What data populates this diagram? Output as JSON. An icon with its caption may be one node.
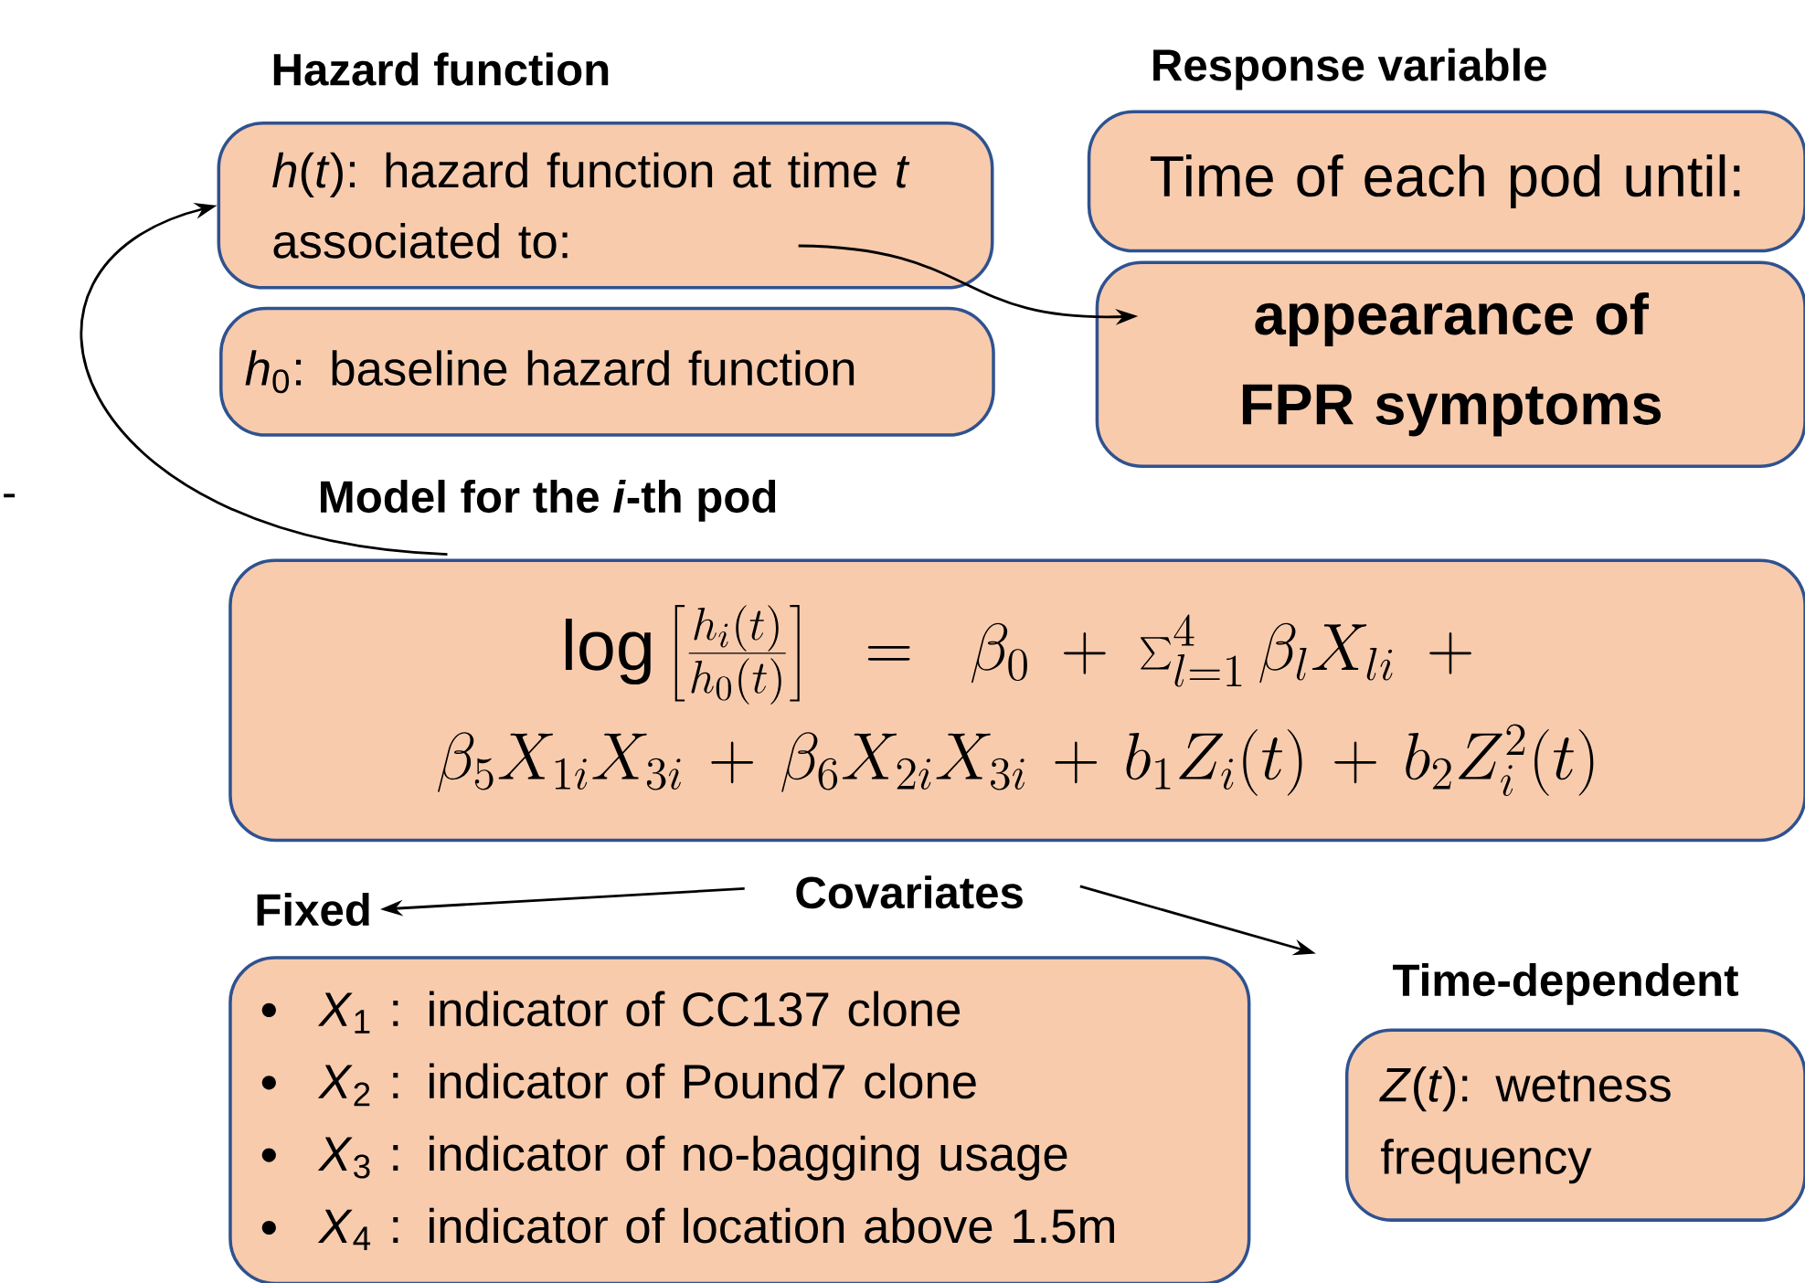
{
  "diagram": {
    "nodes": [
      {
        "text": [
          "*h*(*t*): hazard function at time *t* associated to:"
        ],
        "beside": [
          "Hazard function"
        ]
      },
      {
        "text": [
          "*h*$_{0}$: baseline hazard function"
        ]
      },
      {
        "text": [
          "Time of each pod until:"
        ],
        "beside": [
          "Response variable"
        ]
      },
      {
        "text": [
          "appearance of FPR symptoms"
        ]
      },
      {
        "text": [
          "\\log\\left[\\frac{h_i(t)}{h_0(t)}\\right] = \\beta_0 + \\sum_{l=1}^{4}\\beta_l X_{li} + \\beta_5 X_{1i}X_{3i} + \\beta_6 X_{2i}X_{3i} + b_1 Z_i(t) + b_2 Z_i^2(t)"
        ]
      },
      {
        "text": [
          "Covariates"
        ]
      },
      {
        "text": [
          "Fixed"
        ]
      },
      {
        "text": [
          "Time-dependent"
        ]
      },
      {
        "text": [
          "*X*$_{1}$ : indicator of CC137 clone",
          "*X*$_{2}$ : indicator of Pound7 clone",
          "*X*$_{3}$ : indicator of no-bagging usage",
          "*X*$_{4}$ : indicator of location above 1.5m"
        ]
      },
      {
        "text": [
          "*Z*(*t*): wetness frequency"
        ]
      }
    ],
    "edges": [
      {
        "from": 4,
        "to": 0,
        "arrow": "to"
      },
      {
        "from": 0,
        "to": 3,
        "arrow": "to"
      },
      {
        "from": 5,
        "to": 6,
        "arrow": "to"
      },
      {
        "from": 5,
        "to": 7,
        "arrow": "to"
      }
    ],
    "labels": [
      "-",
      "Model for the *i*-th pod"
    ]
  }
}
